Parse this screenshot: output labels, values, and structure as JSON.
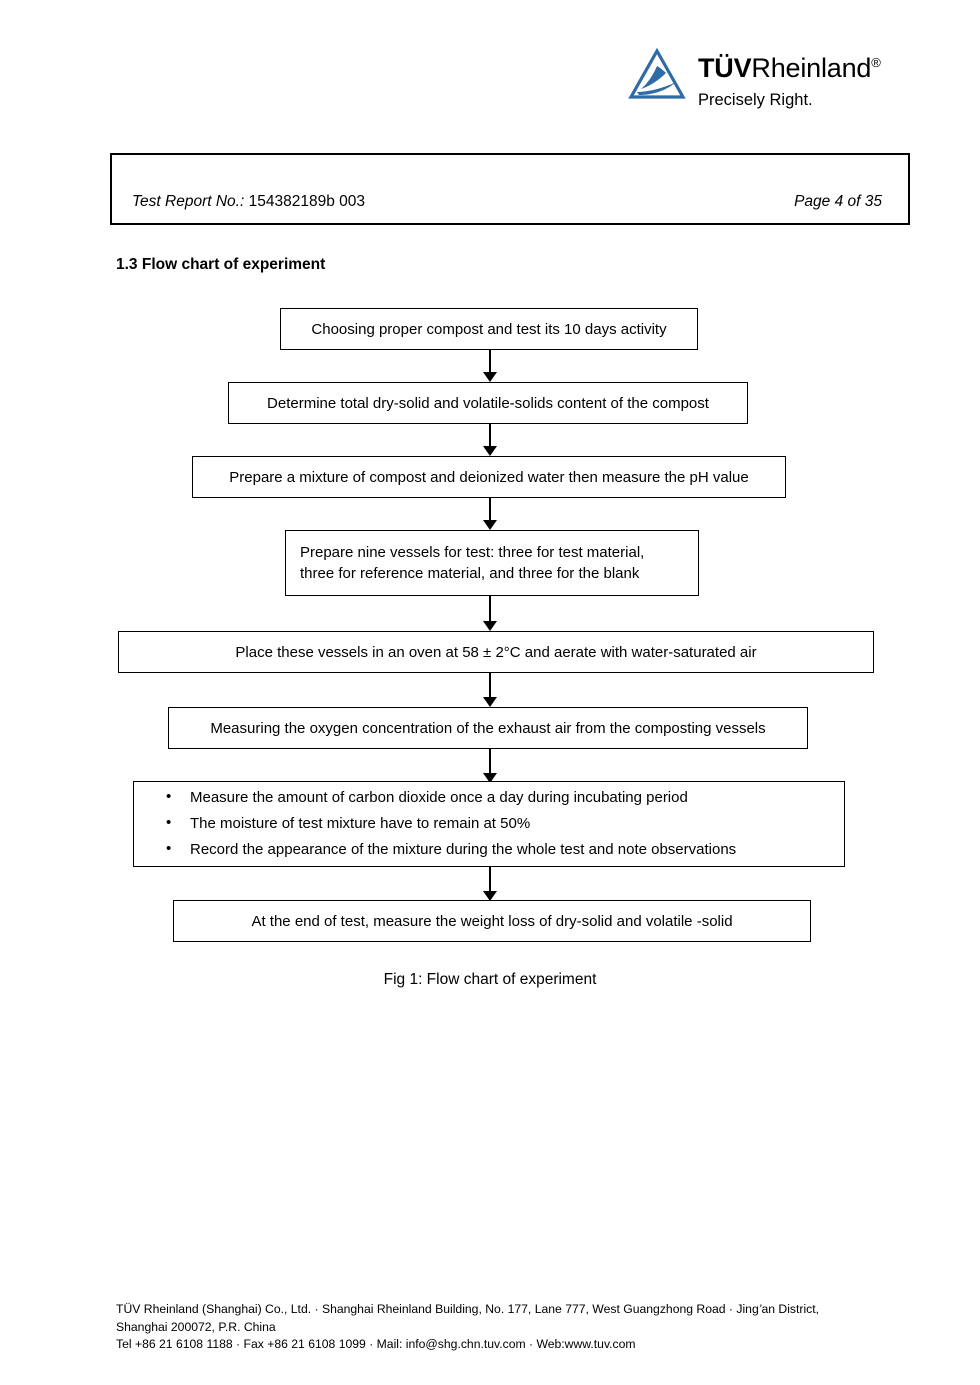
{
  "brand": {
    "logo_icon": "tuv-rheinland-triangle-logo",
    "wordmark_bold": "TÜV",
    "wordmark_regular": "Rheinland",
    "registered_mark": "®",
    "tagline": "Precisely Right.",
    "logo_color": "#2f6ca5"
  },
  "header": {
    "report_label": "Test Report No.:",
    "report_number": "154382189b 003",
    "page_indicator": "Page 4 of 35"
  },
  "section": {
    "title": "1.3 Flow chart of experiment"
  },
  "flowchart": {
    "steps": [
      {
        "id": "step-1",
        "text": "Choosing proper compost and test its 10 days activity"
      },
      {
        "id": "step-2",
        "text": "Determine total dry-solid and volatile-solids content of the compost"
      },
      {
        "id": "step-3",
        "text": "Prepare a mixture of compost and deionized water then measure the pH value"
      },
      {
        "id": "step-4",
        "line1": "Prepare nine vessels for test: three for test material,",
        "line2": "three for reference material, and three for the blank"
      },
      {
        "id": "step-5",
        "text": "Place these vessels in an oven at 58 ± 2°C and aerate with water-saturated air"
      },
      {
        "id": "step-6",
        "text": "Measuring the oxygen concentration of the exhaust air from the composting vessels"
      },
      {
        "id": "step-7",
        "bullets": [
          "Measure the amount of carbon dioxide once a day during incubating period",
          "The moisture of test mixture have to remain at 50%",
          "Record the appearance of the mixture during the whole test and note observations"
        ],
        "bullet_glyph": "•"
      },
      {
        "id": "step-8",
        "text": "At the end of test, measure the weight loss of dry-solid and volatile -solid"
      }
    ],
    "caption": "Fig 1: Flow chart of experiment"
  },
  "footer": {
    "line1_a": "TÜV Rheinland (Shanghai) Co., Ltd. · Shanghai Rheinland Building, No. 177, Lane 777, West Guangzhong Road · Jing",
    "line1_apos": "’",
    "line1_b": "an District,",
    "line2": "Shanghai 200072, P.R. China",
    "line3": "Tel +86 21 6108 1188 · Fax +86 21 6108 1099 · Mail: info@shg.chn.tuv.com · Web:www.tuv.com"
  }
}
